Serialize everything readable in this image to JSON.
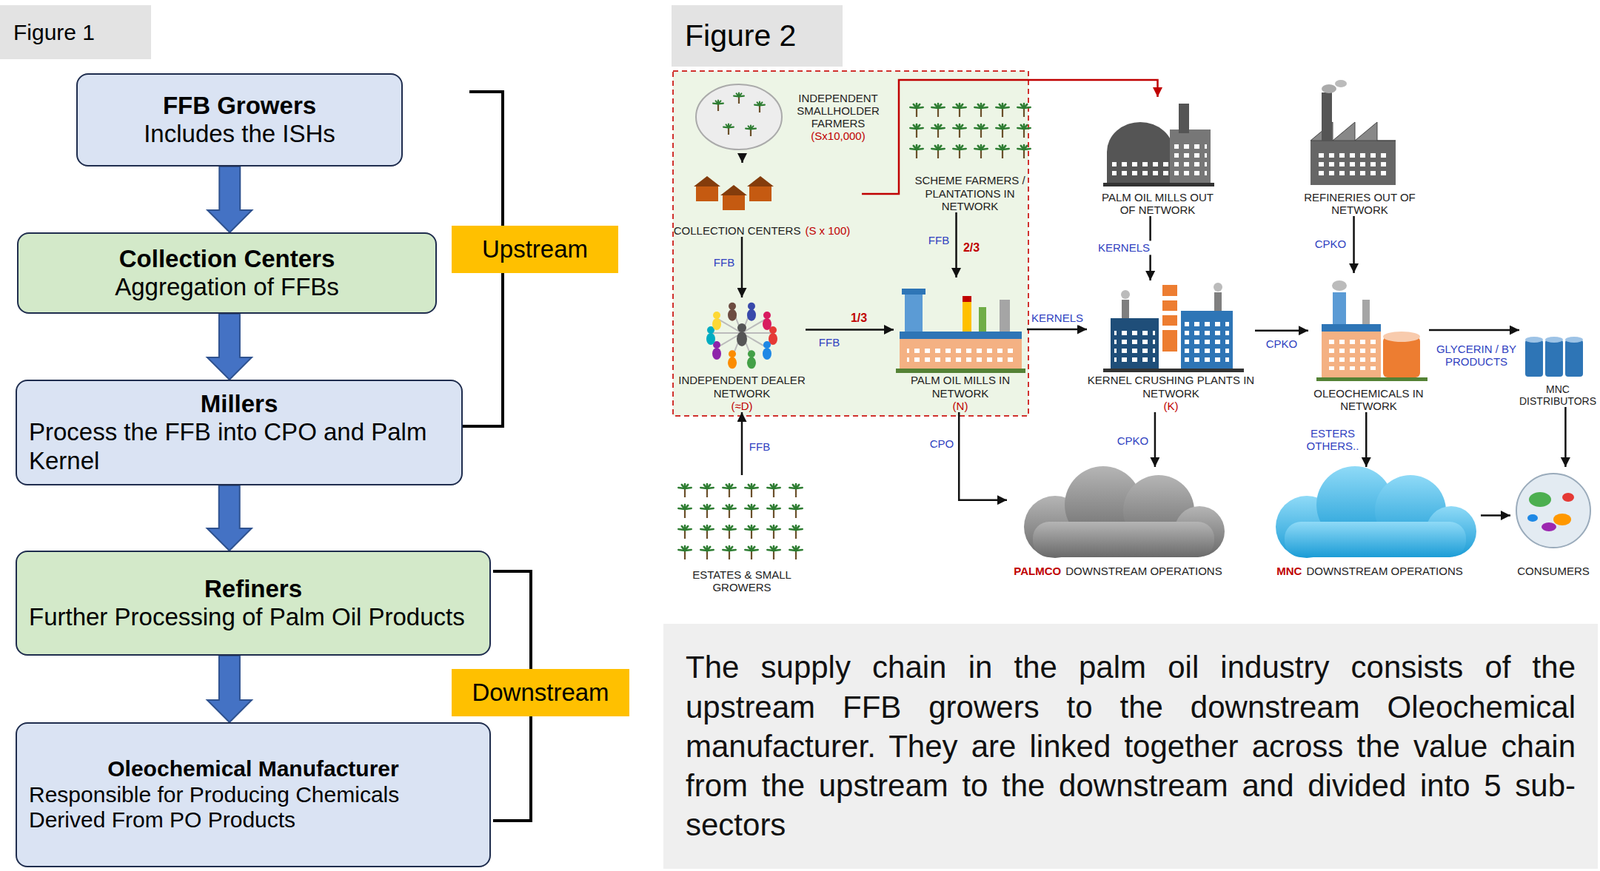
{
  "diagram": {
    "nodes": [
      {
        "text": [
          "Figure 1"
        ]
      },
      {
        "text": [
          "FFB Growers",
          "Includes the ISHs"
        ]
      },
      {
        "text": [
          "Collection Centers",
          "Aggregation of FFBs"
        ]
      },
      {
        "text": [
          "Millers",
          "Process the FFB into CPO and Palm Kernel"
        ]
      },
      {
        "text": [
          "Refiners",
          "Further Processing of Palm Oil Products"
        ]
      },
      {
        "text": [
          "Oleochemical Manufacturer",
          "Responsible for Producing Chemicals Derived From PO Products"
        ]
      },
      {
        "text": [
          "Upstream"
        ]
      },
      {
        "text": [
          "Downstream"
        ]
      },
      {
        "text": [
          "Figure 2"
        ]
      },
      {
        "text": [
          "INDEPENDENT SMALLHOLDER FARMERS",
          "(Sx10,000)"
        ]
      },
      {
        "text": [
          "COLLECTION CENTERS",
          "(S x 100)"
        ]
      },
      {
        "text": [
          "SCHEME FARMERS / PLANTATIONS IN NETWORK"
        ]
      },
      {
        "text": [
          "PALM OIL MILLS OUT OF NETWORK"
        ]
      },
      {
        "text": [
          "REFINERIES OUT OF NETWORK"
        ]
      },
      {
        "text": [
          "INDEPENDENT DEALER NETWORK",
          "(≈D)"
        ]
      },
      {
        "text": [
          "PALM OIL MILLS IN NETWORK",
          "(N)"
        ]
      },
      {
        "text": [
          "KERNEL CRUSHING PLANTS IN NETWORK",
          "(K)"
        ]
      },
      {
        "text": [
          "OLEOCHEMICALS IN NETWORK"
        ]
      },
      {
        "text": [
          "MNC DISTRIBUTORS"
        ]
      },
      {
        "text": [
          "ESTATES & SMALL GROWERS"
        ]
      },
      {
        "text": [
          "PALMCO",
          "DOWNSTREAM OPERATIONS"
        ]
      },
      {
        "text": [
          "MNC",
          "DOWNSTREAM OPERATIONS"
        ]
      },
      {
        "text": [
          "CONSUMERS"
        ]
      },
      {
        "text": [
          "The supply chain in the palm oil industry consists of the upstream FFB growers to the downstream Oleochemical manufacturer. They are linked together across the value chain from the upstream to the downstream and divided into 5 sub-sectors"
        ]
      }
    ],
    "edges": [
      {
        "from": 1,
        "to": 2,
        "arrow": "to"
      },
      {
        "from": 2,
        "to": 3,
        "arrow": "to"
      },
      {
        "from": 3,
        "to": 4,
        "arrow": "to"
      },
      {
        "from": 4,
        "to": 5,
        "arrow": "to"
      },
      {
        "from": 9,
        "to": 10,
        "arrow": "to"
      },
      {
        "from": 10,
        "to": 12,
        "arrow": "to"
      },
      {
        "from": 10,
        "to": 14,
        "label": "FFB",
        "arrow": "to"
      },
      {
        "from": 11,
        "to": 15,
        "label": "2/3",
        "arrow": "to"
      },
      {
        "from": 14,
        "to": 15,
        "label": "1/3",
        "arrow": "to"
      },
      {
        "from": 19,
        "to": 14,
        "label": "FFB",
        "arrow": "to"
      },
      {
        "from": 15,
        "to": 16,
        "label": "KERNELS",
        "arrow": "to"
      },
      {
        "from": 12,
        "to": 16,
        "label": "KERNELS",
        "arrow": "to"
      },
      {
        "from": 15,
        "to": 20,
        "label": "CPO",
        "arrow": "to"
      },
      {
        "from": 16,
        "to": 20,
        "label": "CPKO",
        "arrow": "to"
      },
      {
        "from": 16,
        "to": 17,
        "label": "CPKO",
        "arrow": "to"
      },
      {
        "from": 13,
        "to": 17,
        "label": "CPKO",
        "arrow": "to"
      },
      {
        "from": 17,
        "to": 18,
        "label": "GLYCERIN / BY PRODUCTS",
        "arrow": "to"
      },
      {
        "from": 17,
        "to": 21,
        "label": "ESTERS OTHERS..",
        "arrow": "to"
      },
      {
        "from": 18,
        "to": 22,
        "arrow": "to"
      },
      {
        "from": 21,
        "to": 22,
        "arrow": "to"
      }
    ],
    "labels": [
      "FFB",
      "FFB"
    ]
  }
}
